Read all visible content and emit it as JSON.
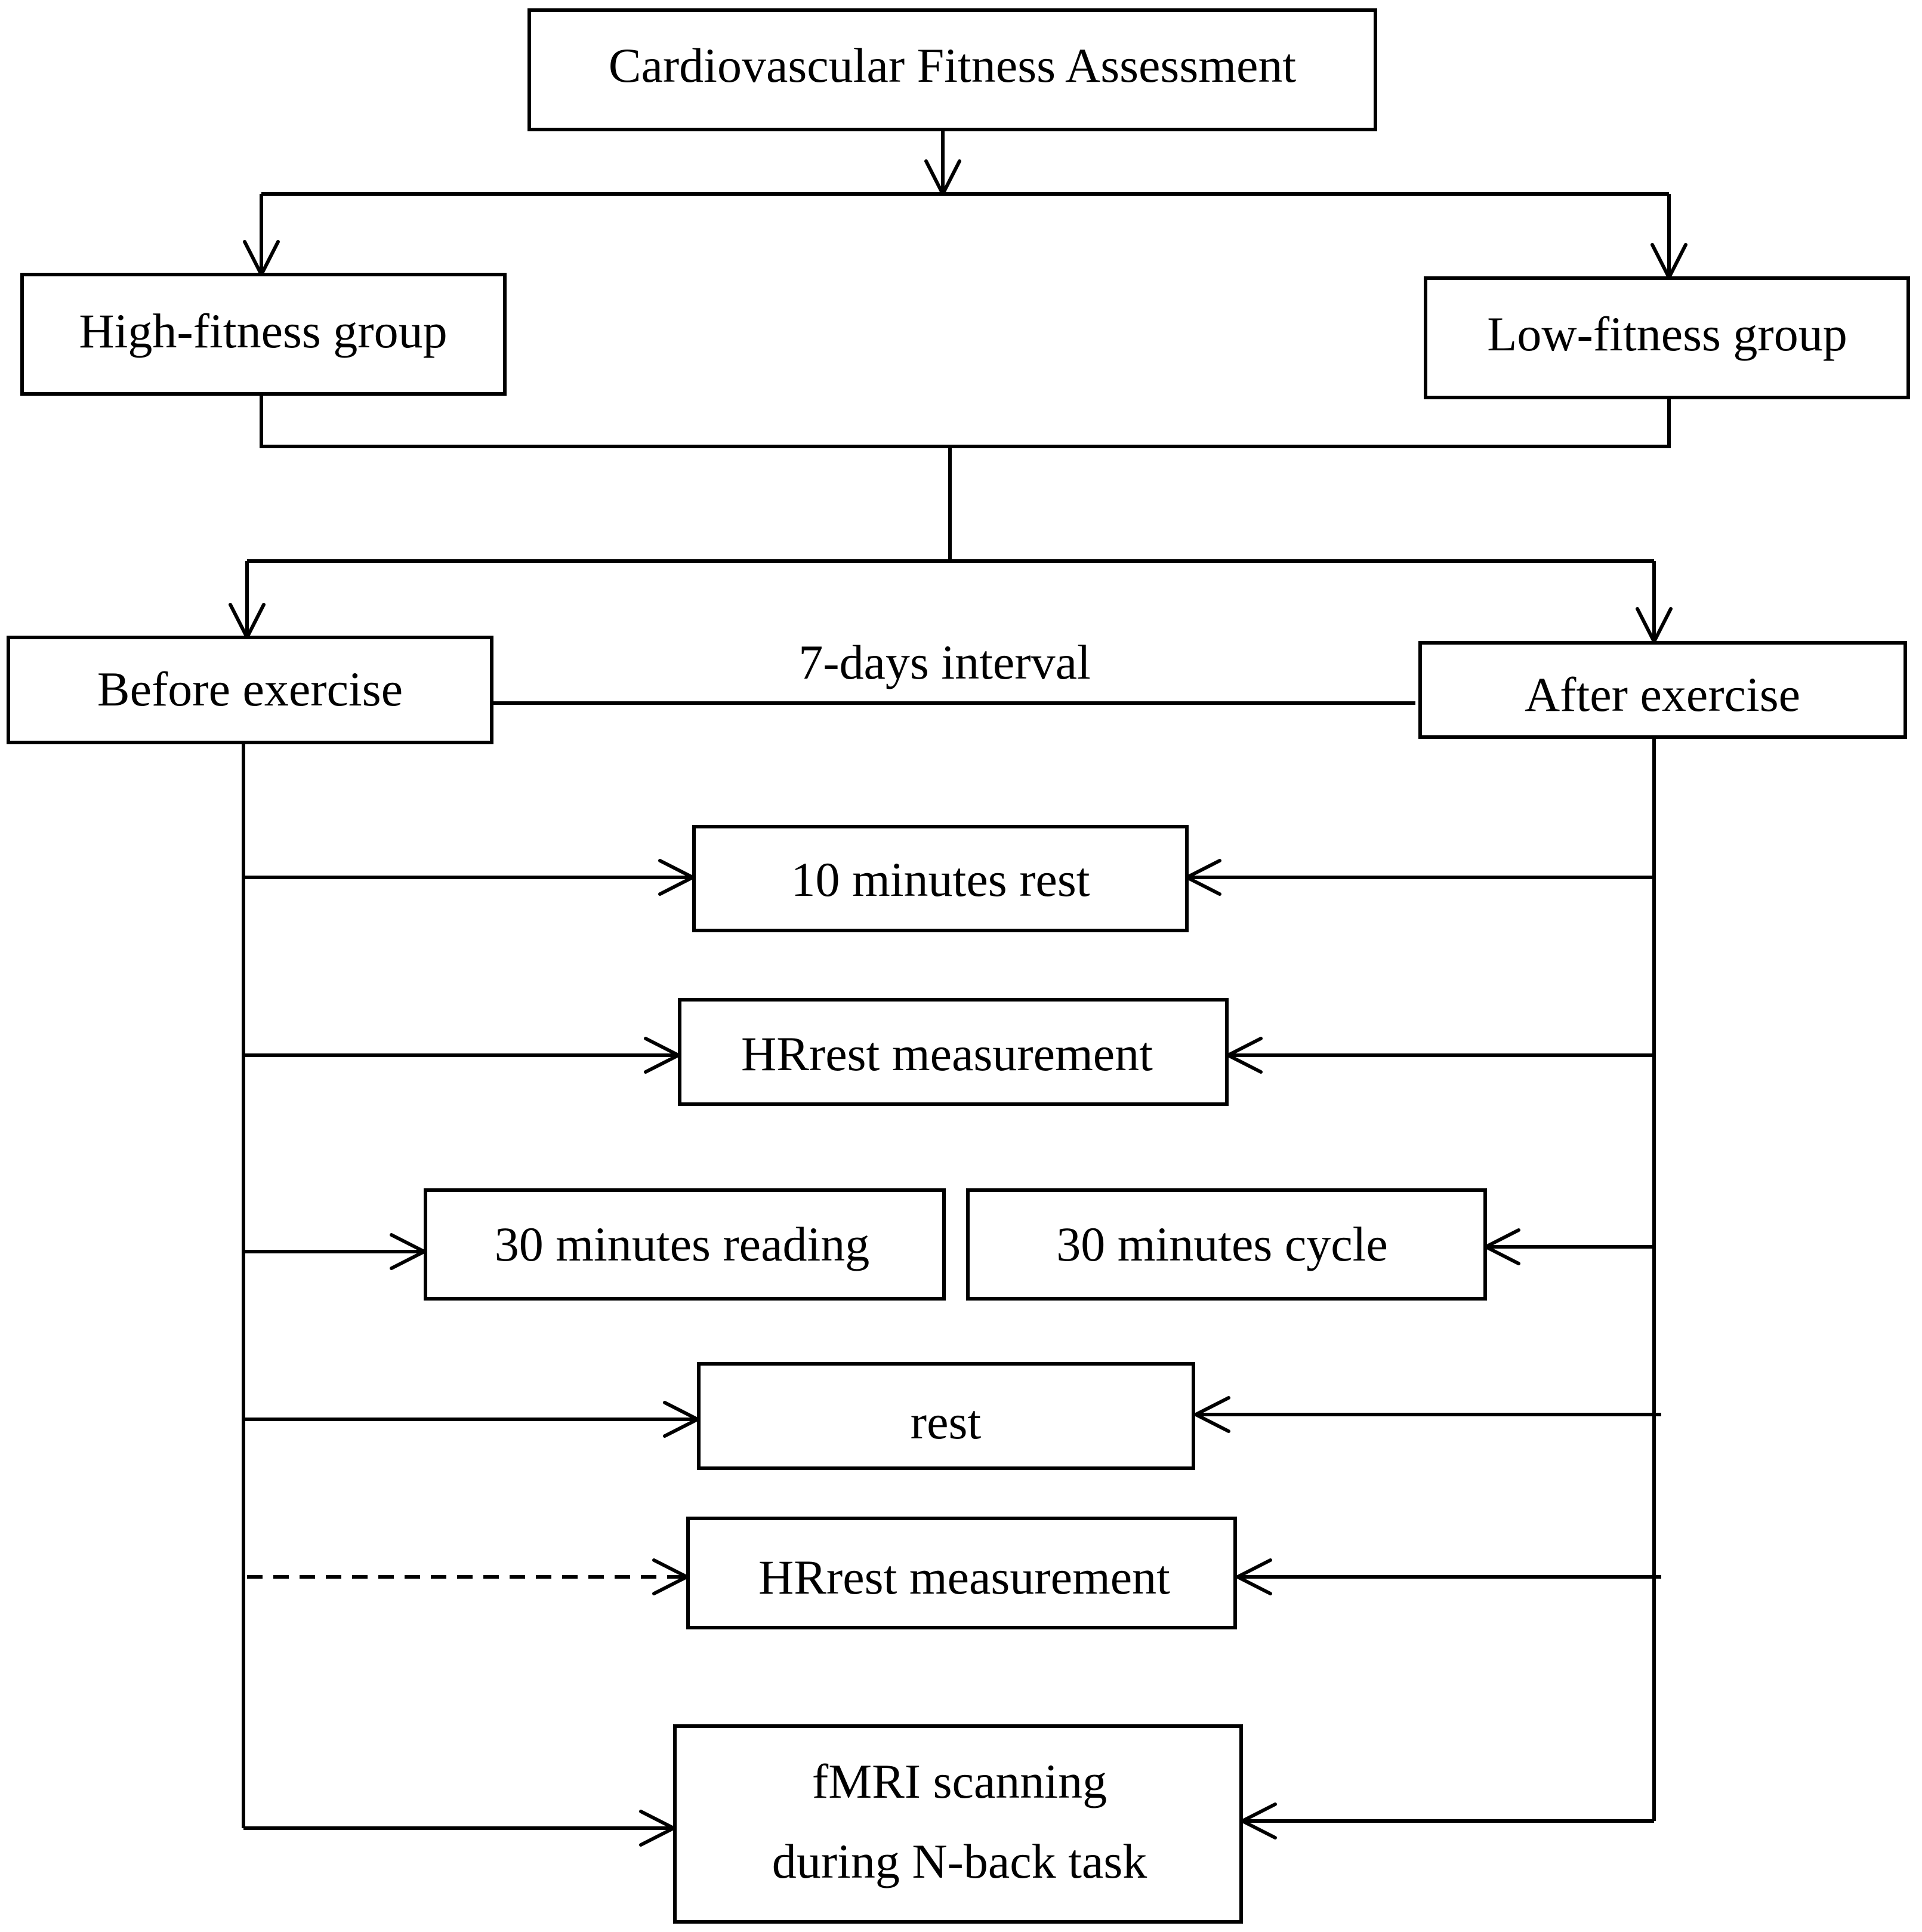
{
  "diagram": {
    "nodes": {
      "assessment": "Cardiovascular Fitness Assessment",
      "high_fitness": "High-fitness group",
      "low_fitness": "Low-fitness group",
      "before_exercise": "Before exercise",
      "after_exercise": "After exercise",
      "rest_10": "10 minutes rest",
      "hrrest_1": "HRrest measurement",
      "reading_30": "30 minutes reading",
      "cycle_30": "30 minutes cycle",
      "rest": "rest",
      "hrrest_2": "HRrest measurement",
      "fmri_line1": "fMRI scanning",
      "fmri_line2": "during N-back task"
    },
    "edges": {
      "interval_label": "7-days interval"
    }
  }
}
